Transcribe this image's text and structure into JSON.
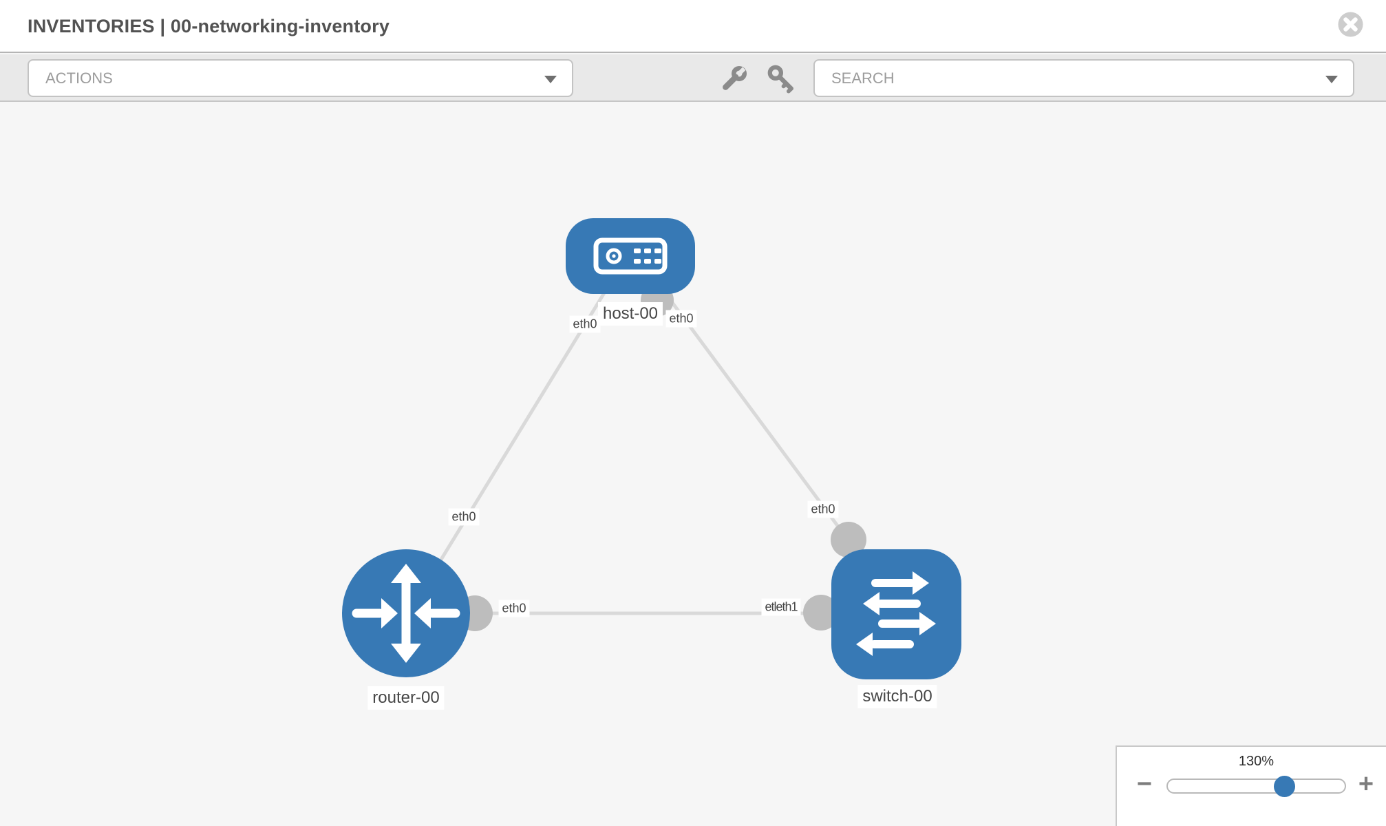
{
  "header": {
    "title": "INVENTORIES | 00-networking-inventory"
  },
  "toolbar": {
    "actions_placeholder": "ACTIONS",
    "search_placeholder": "SEARCH"
  },
  "topology": {
    "nodes": [
      {
        "id": "host-00",
        "type": "host",
        "label": "host-00"
      },
      {
        "id": "router-00",
        "type": "router",
        "label": "router-00"
      },
      {
        "id": "switch-00",
        "type": "switch",
        "label": "switch-00"
      }
    ],
    "links": [
      {
        "from": "host-00",
        "to": "router-00",
        "from_interface": "eth0",
        "to_interface": "eth0"
      },
      {
        "from": "host-00",
        "to": "switch-00",
        "from_interface": "eth0",
        "to_interface": "eth0"
      },
      {
        "from": "router-00",
        "to": "switch-00",
        "from_interface": "eth0",
        "to_interface": "eth1",
        "to_interface_display": "etleth1"
      }
    ]
  },
  "zoom_control": {
    "level": "130%",
    "zoom_out": "−",
    "zoom_in": "+"
  },
  "colors": {
    "node_blue": "#3779b5",
    "link_gray": "#d9d9d9",
    "port_gray": "#bdbdbd",
    "canvas_bg": "#f6f6f6",
    "toolbar_bg": "#e9e9e9",
    "label_text": "#464646"
  }
}
